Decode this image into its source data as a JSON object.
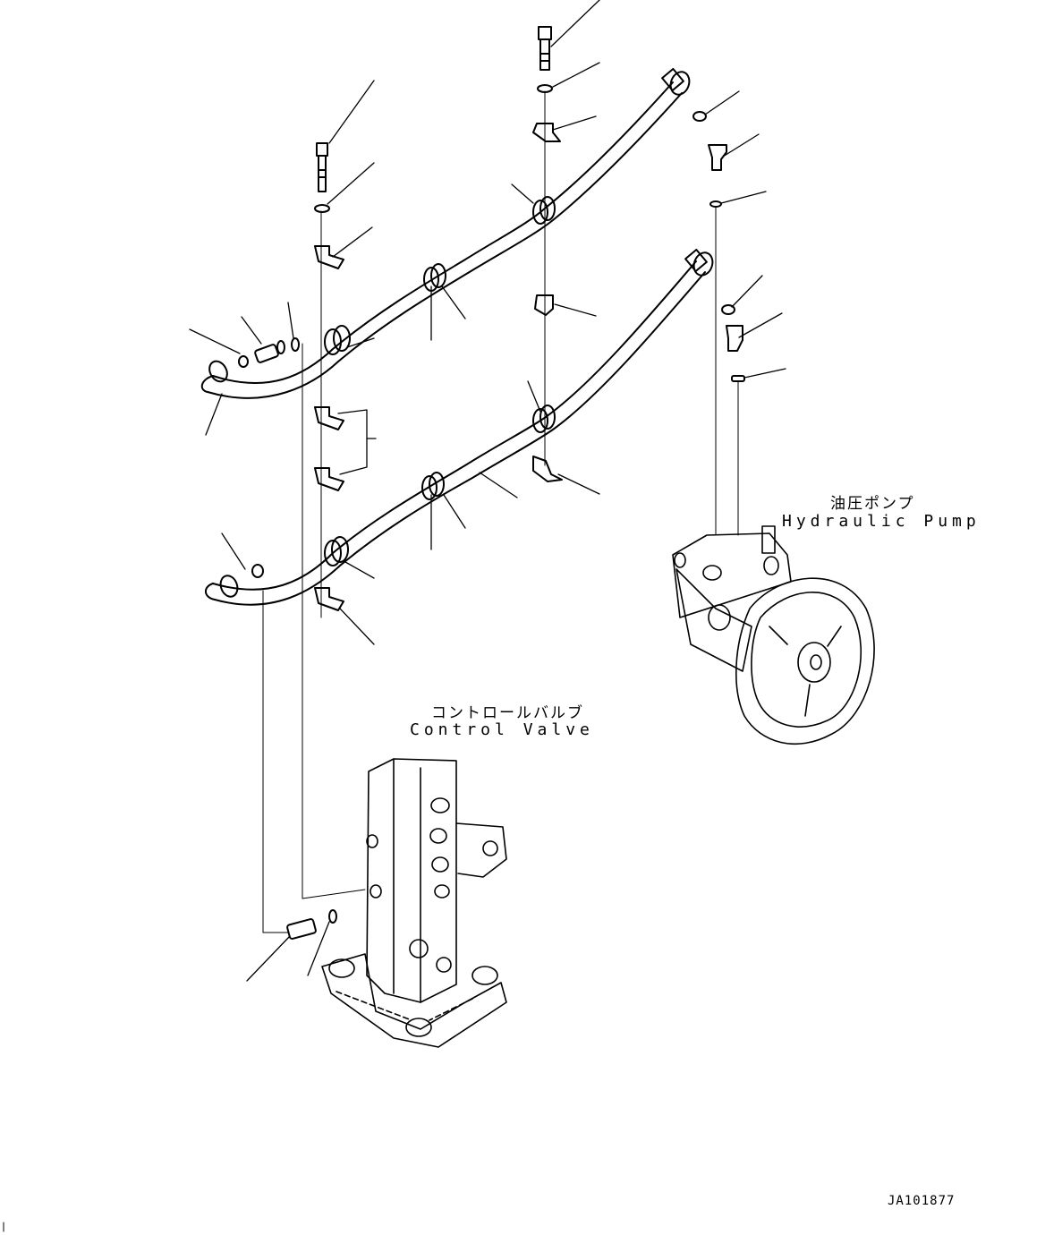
{
  "diagram": {
    "labels": {
      "pump_jp": "油圧ポンプ",
      "pump_en": "Hydraulic Pump",
      "valve_jp": "コントロールバルブ",
      "valve_en": "Control Valve",
      "drawing_code": "JA101877"
    }
  }
}
